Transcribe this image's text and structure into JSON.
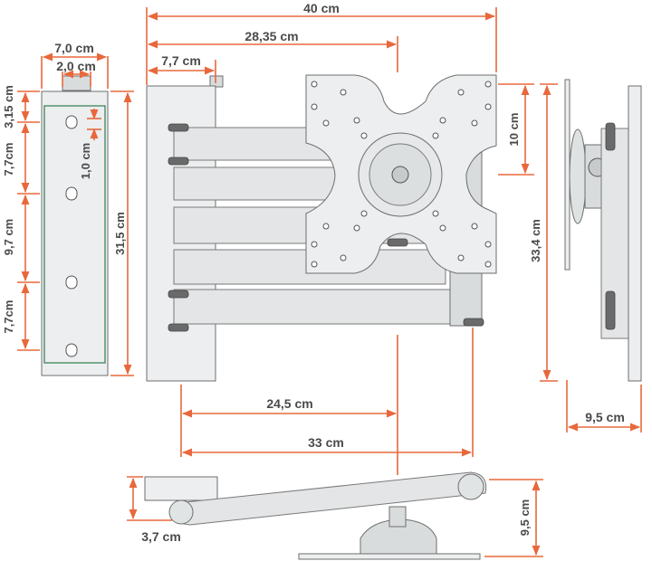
{
  "dimensions": {
    "width_total": "40 cm",
    "width_to_center": "28,35 cm",
    "wall_plate_offset": "7,7 cm",
    "plate_width": "7,0 cm",
    "slot_width": "2,0 cm",
    "top_offset": "3,15 cm",
    "slot_height": "1,0 cm",
    "slot_spacing_1": "7,7cm",
    "slot_spacing_2": "9,7 cm",
    "slot_spacing_3": "7,7cm",
    "plate_height": "31,5 cm",
    "vesa_height": "10 cm",
    "overall_height": "33,4 cm",
    "depth_folded": "9,5 cm",
    "arm_extension_short": "24,5 cm",
    "arm_extension_long": "33 cm",
    "bottom_clearance": "3,7 cm",
    "bottom_depth": "9,5 cm"
  },
  "colors": {
    "dimension_line": "#e8683c",
    "label_text": "#4a4a4a",
    "metal_light": "#eceeef",
    "metal_mid": "#d9dcdd"
  }
}
